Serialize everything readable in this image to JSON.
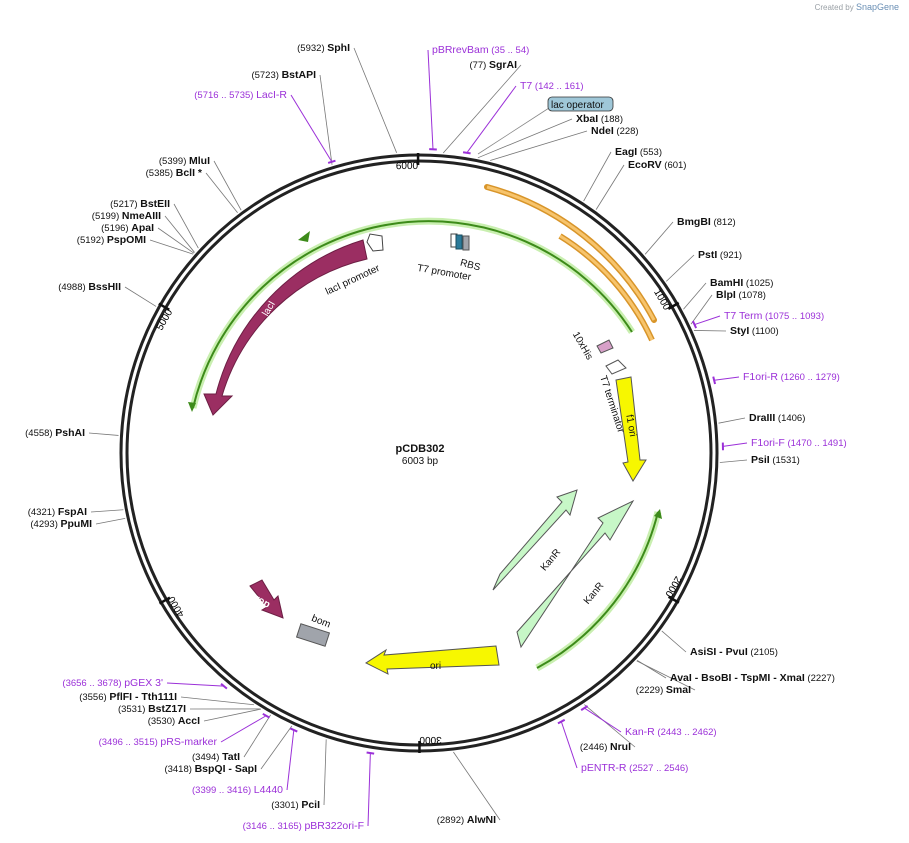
{
  "credit": {
    "prefix": "Created by",
    "brand": "SnapGene"
  },
  "plasmid": {
    "name": "pCDB302",
    "size_label": "6003 bp",
    "length": 6003
  },
  "ticks": [
    {
      "pos": 1000,
      "label": "1000"
    },
    {
      "pos": 2000,
      "label": "2000"
    },
    {
      "pos": 3000,
      "label": "3000"
    },
    {
      "pos": 4000,
      "label": "4000"
    },
    {
      "pos": 5000,
      "label": "5000"
    },
    {
      "pos": 6000,
      "label": "6000"
    }
  ],
  "enzymes": [
    {
      "name": "SphI",
      "pos_label": "(5932)",
      "pos": 5932
    },
    {
      "name": "BstAPI",
      "pos_label": "(5723)",
      "pos": 5723
    },
    {
      "name": "MluI",
      "pos_label": "(5399)",
      "pos": 5399
    },
    {
      "name": "BclI *",
      "pos_label": "(5385)",
      "pos": 5385
    },
    {
      "name": "BstEII",
      "pos_label": "(5217)",
      "pos": 5217
    },
    {
      "name": "NmeAIII",
      "pos_label": "(5199)",
      "pos": 5199
    },
    {
      "name": "ApaI",
      "pos_label": "(5196)",
      "pos": 5196
    },
    {
      "name": "PspOMI",
      "pos_label": "(5192)",
      "pos": 5192
    },
    {
      "name": "BssHII",
      "pos_label": "(4988)",
      "pos": 4988
    },
    {
      "name": "PshAI",
      "pos_label": "(4558)",
      "pos": 4558
    },
    {
      "name": "FspAI",
      "pos_label": "(4321)",
      "pos": 4321
    },
    {
      "name": "PpuMI",
      "pos_label": "(4293)",
      "pos": 4293
    },
    {
      "name": "PflFI - Tth111I",
      "pos_label": "(3556)",
      "pos": 3556
    },
    {
      "name": "BstZ17I",
      "pos_label": "(3531)",
      "pos": 3531
    },
    {
      "name": "AccI",
      "pos_label": "(3530)",
      "pos": 3530
    },
    {
      "name": "TatI",
      "pos_label": "(3494)",
      "pos": 3494
    },
    {
      "name": "BspQI - SapI",
      "pos_label": "(3418)",
      "pos": 3418
    },
    {
      "name": "PciI",
      "pos_label": "(3301)",
      "pos": 3301
    },
    {
      "name": "AlwNI",
      "pos_label": "(2892)",
      "pos": 2892
    },
    {
      "name": "NruI",
      "pos_label": "(2446)",
      "pos": 2446
    },
    {
      "name": "SmaI",
      "pos_label": "(2229)",
      "pos": 2229
    },
    {
      "name": "AvaI - BsoBI - TspMI - XmaI",
      "pos_label": "(2227)",
      "pos": 2227
    },
    {
      "name": "AsiSI - PvuI",
      "pos_label": "(2105)",
      "pos": 2105
    },
    {
      "name": "PsiI",
      "pos_label": "(1531)",
      "pos": 1531
    },
    {
      "name": "DraIII",
      "pos_label": "(1406)",
      "pos": 1406
    },
    {
      "name": "StyI",
      "pos_label": "(1100)",
      "pos": 1100
    },
    {
      "name": "BlpI",
      "pos_label": "(1078)",
      "pos": 1078
    },
    {
      "name": "BamHI",
      "pos_label": "(1025)",
      "pos": 1025
    },
    {
      "name": "PstI",
      "pos_label": "(921)",
      "pos": 921
    },
    {
      "name": "BmgBI",
      "pos_label": "(812)",
      "pos": 812
    },
    {
      "name": "EcoRV",
      "pos_label": "(601)",
      "pos": 601
    },
    {
      "name": "EagI",
      "pos_label": "(553)",
      "pos": 553
    },
    {
      "name": "NdeI",
      "pos_label": "(228)",
      "pos": 228
    },
    {
      "name": "XbaI",
      "pos_label": "(188)",
      "pos": 188
    },
    {
      "name": "SgrAI",
      "pos_label": "(77)",
      "pos": 77
    }
  ],
  "primers": [
    {
      "name": "pBRrevBam",
      "range": "(35 .. 54)",
      "pos": 44
    },
    {
      "name": "T7",
      "range": "(142 .. 161)",
      "pos": 151
    },
    {
      "name": "LacI-R",
      "range": "(5716 .. 5735)",
      "pos": 5725
    },
    {
      "name": "T7 Term",
      "range": "(1075 .. 1093)",
      "pos": 1084
    },
    {
      "name": "F1ori-R",
      "range": "(1260 .. 1279)",
      "pos": 1270
    },
    {
      "name": "F1ori-F",
      "range": "(1470 .. 1491)",
      "pos": 1480
    },
    {
      "name": "Kan-R",
      "range": "(2443 .. 2462)",
      "pos": 2452
    },
    {
      "name": "pENTR-R",
      "range": "(2527 .. 2546)",
      "pos": 2536
    },
    {
      "name": "pGEX 3'",
      "range": "(3656 .. 3678)",
      "pos": 3667
    },
    {
      "name": "pRS-marker",
      "range": "(3496 .. 3515)",
      "pos": 3505
    },
    {
      "name": "L4440",
      "range": "(3399 .. 3416)",
      "pos": 3407
    },
    {
      "name": "pBR322ori-F",
      "range": "(3146 .. 3165)",
      "pos": 3155
    }
  ],
  "features": [
    {
      "name": "lac operator",
      "type": "boxed-label"
    },
    {
      "name": "RBS",
      "type": "box"
    },
    {
      "name": "T7 promoter",
      "type": "arrow"
    },
    {
      "name": "lacI promoter",
      "type": "arrow"
    },
    {
      "name": "lacI",
      "type": "cds"
    },
    {
      "name": "10xHis",
      "type": "tag"
    },
    {
      "name": "T7 terminator",
      "type": "terminator"
    },
    {
      "name": "f1 ori",
      "type": "origin"
    },
    {
      "name": "KanR",
      "type": "cds"
    },
    {
      "name": "KanR",
      "type": "cds"
    },
    {
      "name": "ori",
      "type": "origin"
    },
    {
      "name": "rop",
      "type": "cds"
    },
    {
      "name": "bom",
      "type": "misc"
    }
  ],
  "colors": {
    "backbone": "#222222",
    "primer": "#9b30d8",
    "lacI": "#9b2e62",
    "f1ori": "#f7f700",
    "kanr": "#c7f7c7",
    "orange_feature": "#f5b041",
    "green_feature": "#3d8b1a",
    "lac_operator_fill": "#9fc7d8",
    "rbs": "#2b7a99",
    "bom": "#a0a4ab"
  }
}
